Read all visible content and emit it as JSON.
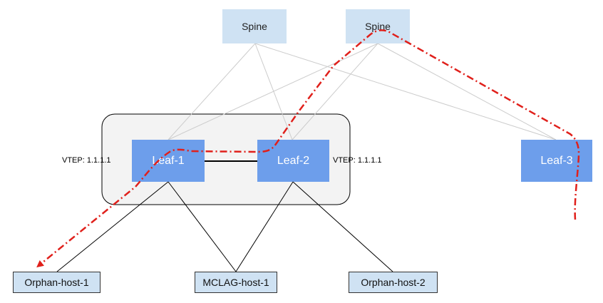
{
  "nodes": {
    "spine_1": "Spine",
    "spine_2": "Spine",
    "leaf_1": "Leaf-1",
    "leaf_2": "Leaf-2",
    "leaf_3": "Leaf-3",
    "orphan_host_1": "Orphan-host-1",
    "mclag_host_1": "MCLAG-host-1",
    "orphan_host_2": "Orphan-host-2"
  },
  "vtep_labels": {
    "leaf_1": "VTEP: 1.1.1.1",
    "leaf_2": "VTEP: 1.1.1.1"
  },
  "colors": {
    "spine_fill": "#cfe2f3",
    "leaf_fill": "#6d9eeb",
    "host_fill": "#cfe2f3",
    "mclag_group_fill": "#f3f3f3",
    "path_line": "#e0201b",
    "fabric_link": "#cccccc",
    "host_link": "#000000"
  }
}
